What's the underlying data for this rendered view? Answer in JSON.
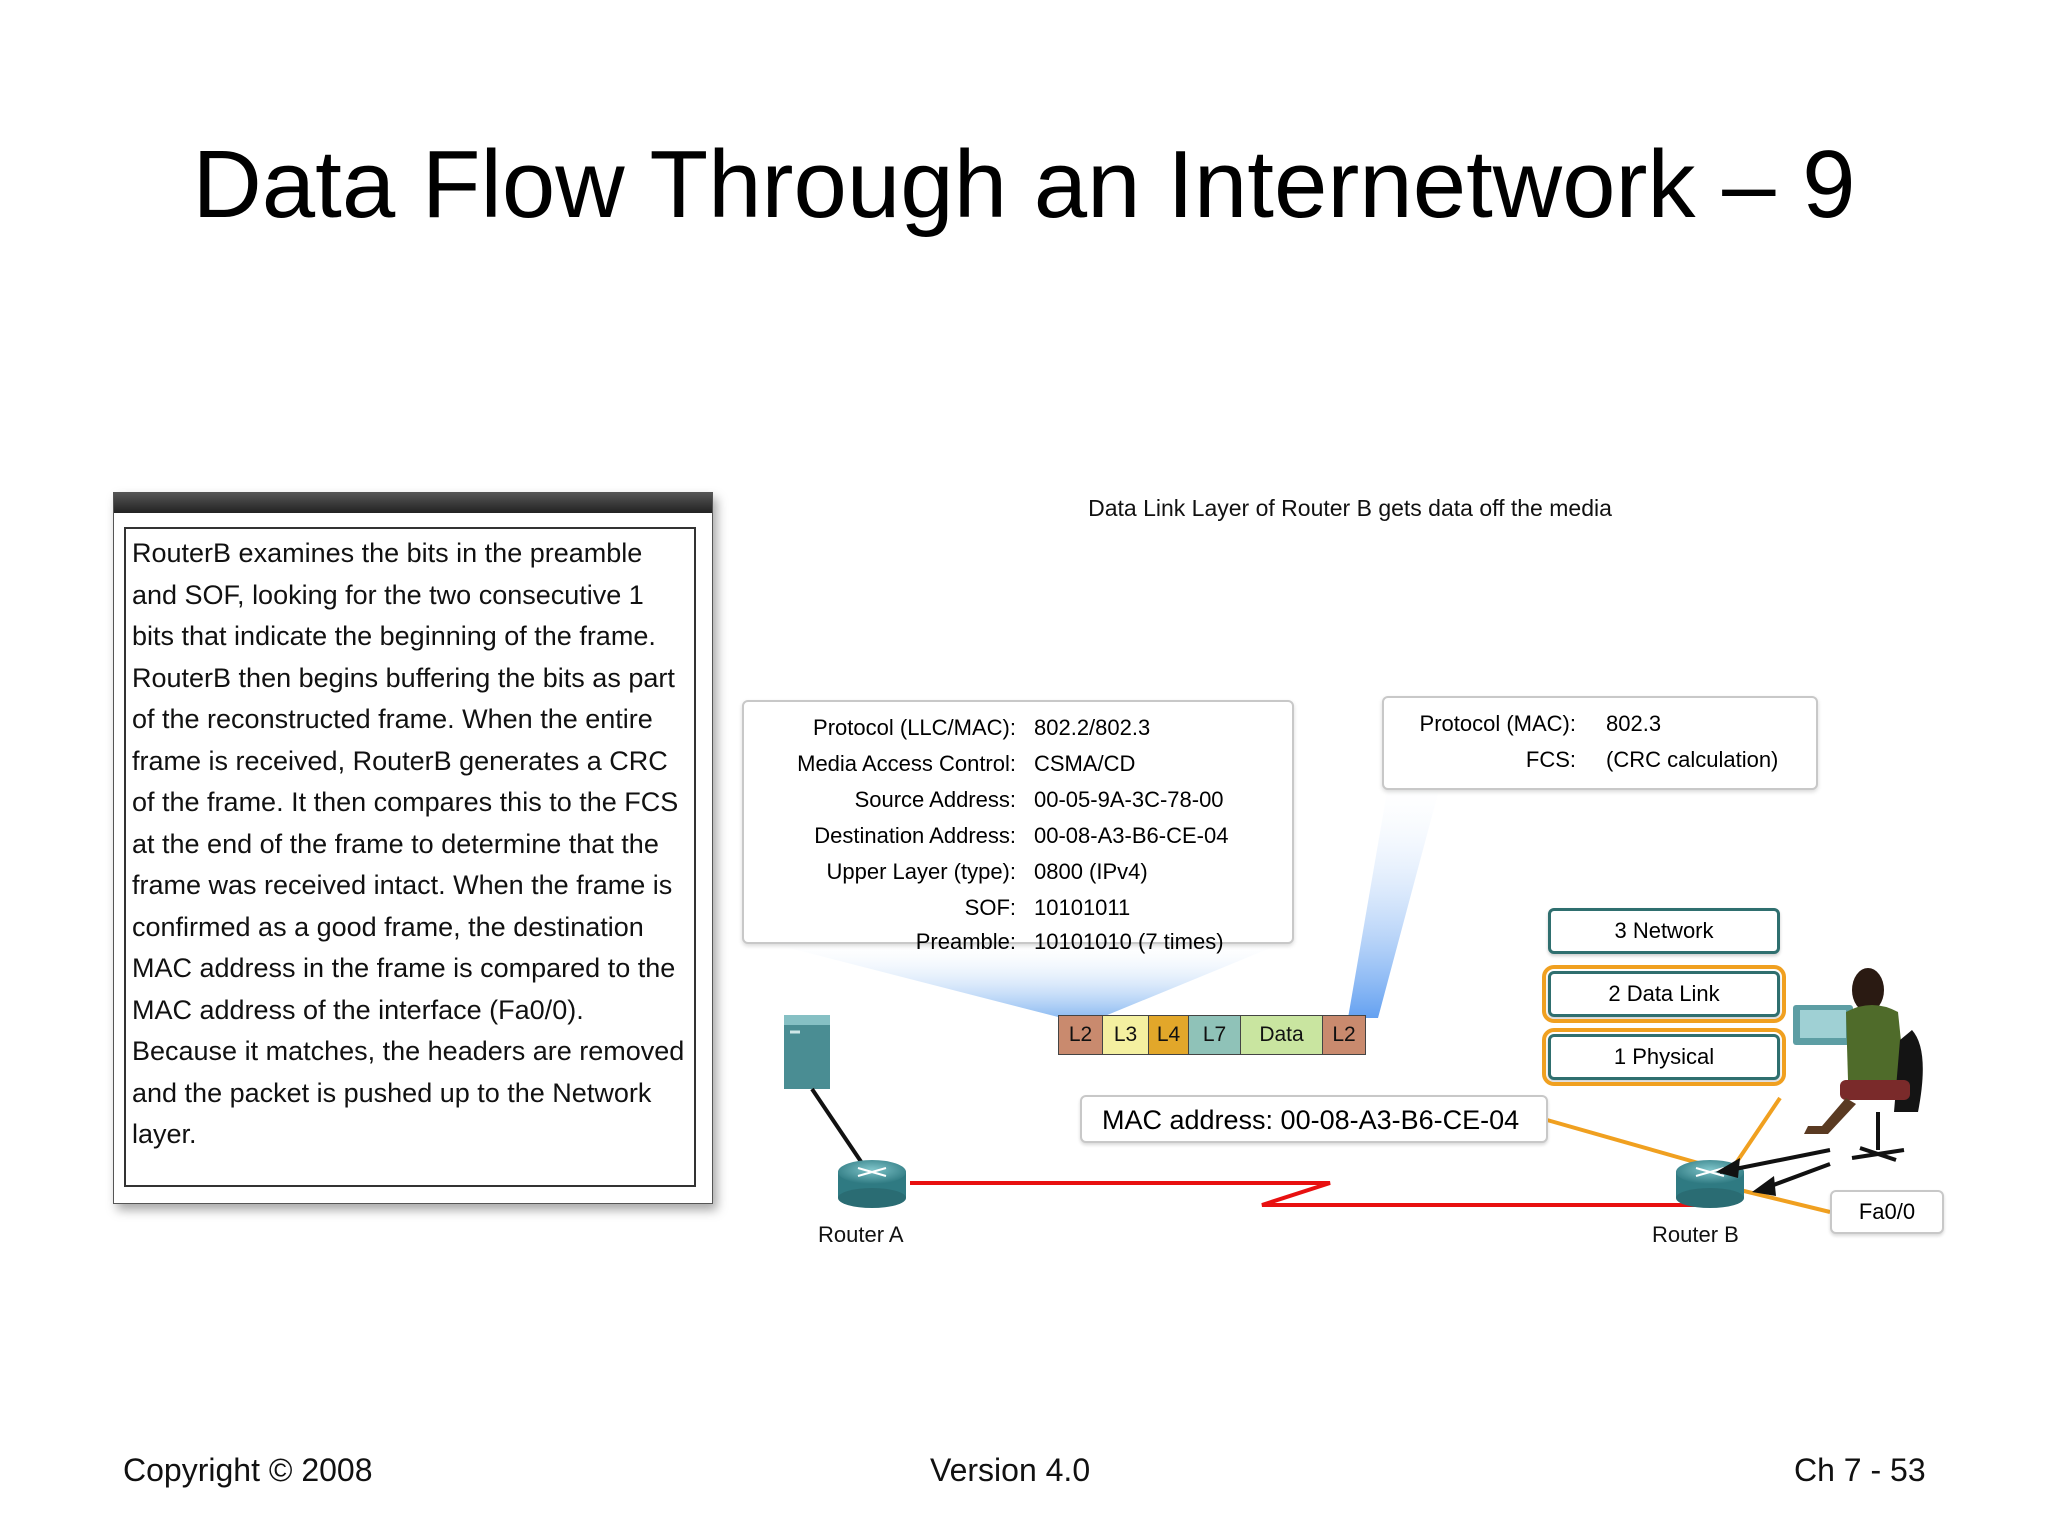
{
  "slide": {
    "title": "Data Flow Through an Internetwork – 9"
  },
  "text_panel": {
    "lines": [
      "RouterB examines the bits in the preamble",
      "and SOF, looking for the two consecutive 1",
      "bits that indicate the beginning of the frame.",
      "RouterB then begins buffering the bits as part",
      "of the reconstructed frame. When the entire",
      "frame is received, RouterB generates a CRC",
      "of the frame. It then compares this to the FCS",
      "at the end of the frame to determine that the",
      "frame was received intact. When the frame is",
      "confirmed as a good frame, the destination",
      "MAC address in the frame is compared to the",
      "MAC address of the interface (Fa0/0).",
      "Because it matches, the headers are removed",
      "and the packet is pushed up to the Network",
      "layer."
    ]
  },
  "figure": {
    "caption": "Data Link Layer of Router B gets data off the media",
    "header_box": {
      "rows": [
        {
          "key": "Protocol (LLC/MAC):",
          "value": "802.2/802.3"
        },
        {
          "key": "Media Access Control:",
          "value": "CSMA/CD"
        },
        {
          "key": "Source Address:",
          "value": "00-05-9A-3C-78-00"
        },
        {
          "key": "Destination Address:",
          "value": "00-08-A3-B6-CE-04"
        },
        {
          "key": "Upper Layer (type):",
          "value": "0800 (IPv4)"
        },
        {
          "key": "SOF:",
          "value": "10101011"
        },
        {
          "key": "Preamble:",
          "value": "10101010 (7 times)"
        }
      ]
    },
    "trailer_box": {
      "rows": [
        {
          "key": "Protocol (MAC):",
          "value": "802.3"
        },
        {
          "key": "FCS:",
          "value": "(CRC calculation)"
        }
      ]
    },
    "pdu": [
      {
        "label": "L2",
        "color": "#c98a6e"
      },
      {
        "label": "L3",
        "color": "#f4f0a0"
      },
      {
        "label": "L4",
        "color": "#e2a72a"
      },
      {
        "label": "L7",
        "color": "#8fc2b8"
      },
      {
        "label": "Data",
        "color": "#c9e5a0"
      },
      {
        "label": "L2",
        "color": "#c98a6e"
      }
    ],
    "layers": [
      {
        "label": "3 Network"
      },
      {
        "label": "2 Data Link"
      },
      {
        "label": "1 Physical"
      }
    ],
    "mac_label": "MAC address: 00-08-A3-B6-CE-04",
    "interface_label": "Fa0/0",
    "router_a": "Router A",
    "router_b": "Router B",
    "colors": {
      "link": "#e81010",
      "highlight": "#f0a020",
      "router": "#3f8a92",
      "beam": "#7fb3f0"
    }
  },
  "footer": {
    "copyright": "Copyright © 2008",
    "version": "Version 4.0",
    "page": "Ch 7 - 53"
  }
}
